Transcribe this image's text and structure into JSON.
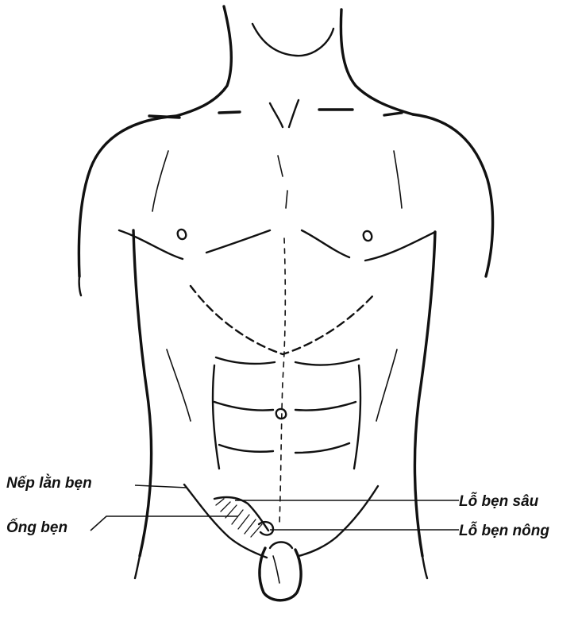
{
  "labels": {
    "nep_lan_ben": "Nếp lằn bẹn",
    "ong_ben": "Ống bẹn",
    "lo_ben_sau": "Lỗ bẹn sâu",
    "lo_ben_nong": "Lỗ bẹn nông"
  }
}
